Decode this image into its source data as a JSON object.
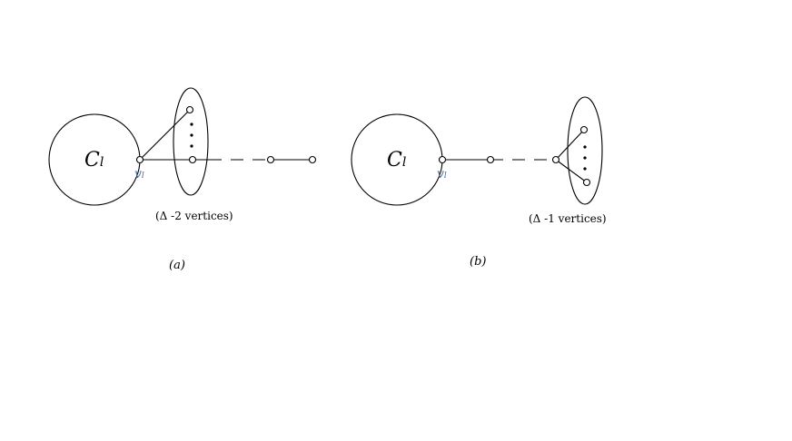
{
  "figure_a": {
    "cycle_label": "C",
    "cycle_subscript": "l",
    "vertex_label": "v",
    "vertex_subscript": "l",
    "group_note": "(Δ -2  vertices)",
    "caption": "(a)"
  },
  "figure_b": {
    "cycle_label": "C",
    "cycle_subscript": "l",
    "vertex_label": "v",
    "vertex_subscript": "l",
    "group_note": "(Δ -1 vertices)",
    "caption": "(b)"
  },
  "colors": {
    "line": "#000000",
    "vertex_label": "#4a6a9a",
    "background": "#ffffff"
  }
}
